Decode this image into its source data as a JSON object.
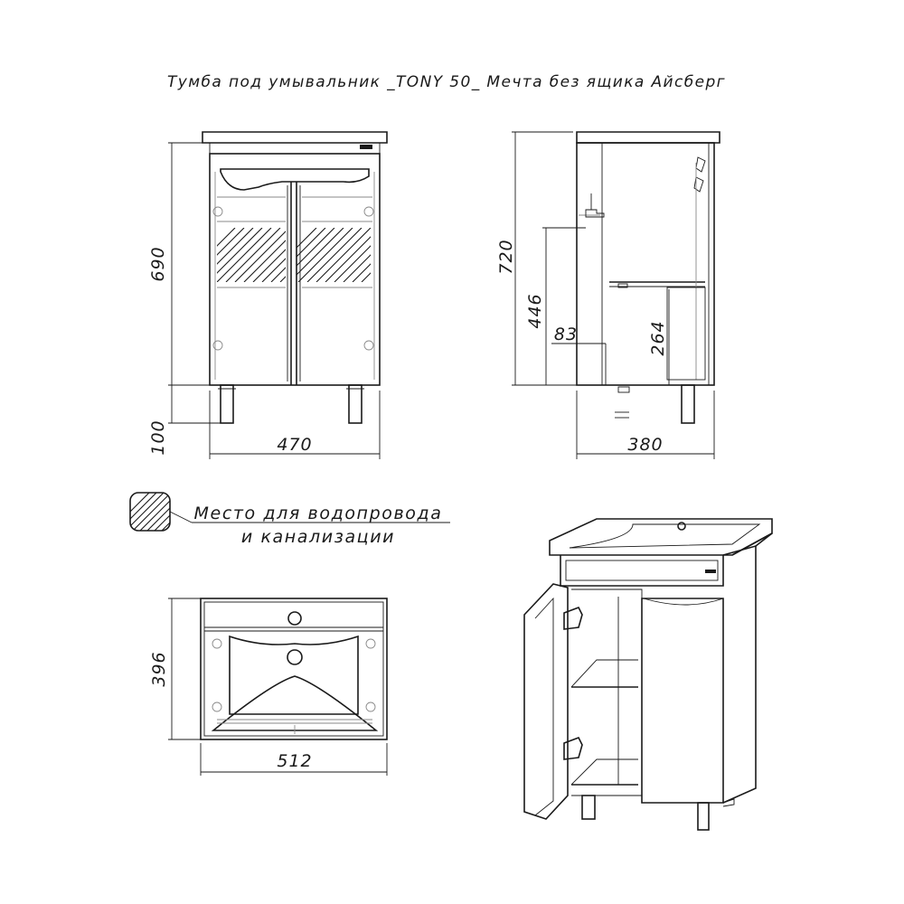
{
  "title": "Тумба под умывальник _TONY 50_ Мечта без ящика Айсберг",
  "front_view": {
    "height_label": "690",
    "legs_label": "100",
    "width_label": "470"
  },
  "side_view": {
    "height_label": "720",
    "pipe_height_label": "446",
    "offset_label": "83",
    "shelf_height_label": "264",
    "depth_label": "380"
  },
  "legend": {
    "line1": "Место для водопровода",
    "line2": "и канализации"
  },
  "top_view": {
    "depth_label": "396",
    "width_label": "512"
  }
}
